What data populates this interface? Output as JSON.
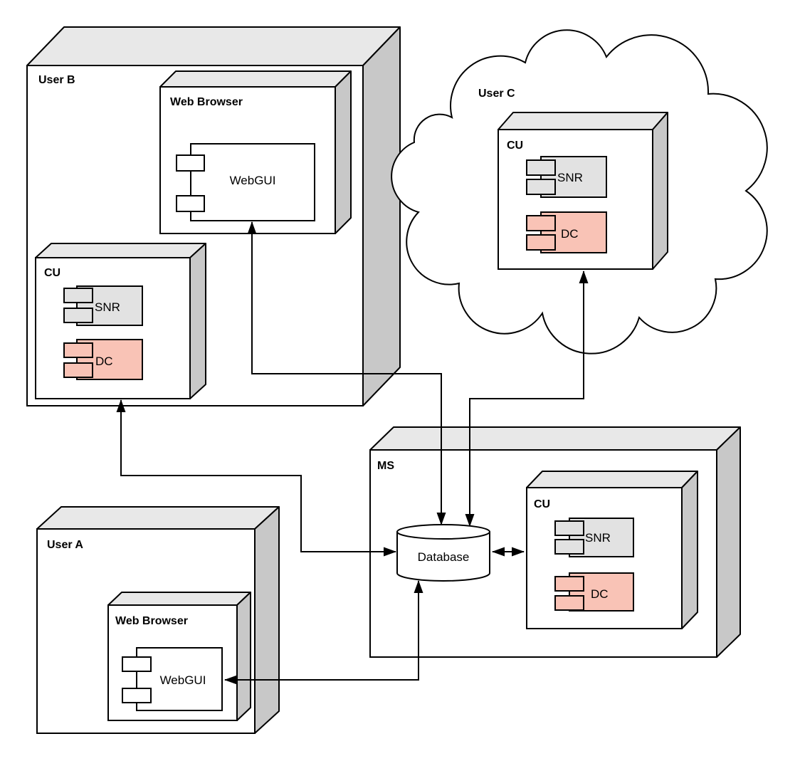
{
  "diagram": {
    "type": "UML deployment diagram",
    "colors": {
      "background": "#ffffff",
      "line": "#000000",
      "node_top_face": "#e8e8e8",
      "node_side_face": "#c8c8c8",
      "component_gray": "#e2e2e2",
      "component_pink": "#f9c3b6"
    },
    "nodes": {
      "user_b": {
        "label": "User B"
      },
      "web_browser_b": {
        "label": "Web Browser"
      },
      "webgui_b": {
        "label": "WebGUI"
      },
      "cu_b": {
        "label": "CU"
      },
      "snr_b": {
        "label": "SNR"
      },
      "dc_b": {
        "label": "DC"
      },
      "user_c": {
        "label": "User C"
      },
      "cu_c": {
        "label": "CU"
      },
      "snr_c": {
        "label": "SNR"
      },
      "dc_c": {
        "label": "DC"
      },
      "ms": {
        "label": "MS"
      },
      "database": {
        "label": "Database"
      },
      "cu_ms": {
        "label": "CU"
      },
      "snr_ms": {
        "label": "SNR"
      },
      "dc_ms": {
        "label": "DC"
      },
      "user_a": {
        "label": "User A"
      },
      "web_browser_a": {
        "label": "Web Browser"
      },
      "webgui_a": {
        "label": "WebGUI"
      }
    },
    "connections": [
      {
        "from": "WebGUI (User B)",
        "to": "Database",
        "arrows": "both-ends"
      },
      {
        "from": "CU (User C)",
        "to": "Database",
        "arrows": "both-ends"
      },
      {
        "from": "CU (User B)",
        "to": "Database",
        "arrows": "both-ends"
      },
      {
        "from": "Database",
        "to": "CU (MS)",
        "arrows": "both-ends"
      },
      {
        "from": "WebGUI (User A)",
        "to": "Database",
        "arrows": "both-ends"
      }
    ]
  }
}
